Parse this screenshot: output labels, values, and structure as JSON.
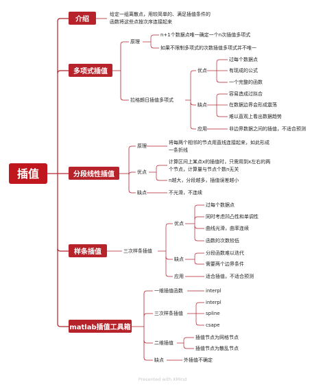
{
  "mindmap": {
    "root": "插值",
    "line_color": "#b01e28",
    "branches": [
      {
        "label": "介绍",
        "desc_lines": [
          "给定一组离散点，用较简单的、满足插值条件的",
          "函数将这些点按次序连接起来"
        ]
      },
      {
        "label": "多项式插值",
        "principle": "原理",
        "principle_items": [
          "n+1个数据点唯一确定一个n次插值多项式",
          "如果不限制多项式的次数插值多项式并不唯一"
        ],
        "method": "拉格朗日插值多项式",
        "pros": "优点",
        "pros_items": [
          "过每个数据点",
          "有现成的公式",
          "一个完整的函数"
        ],
        "cons": "缺点",
        "cons_items": [
          "容易造成过拟合",
          "在数据边界会形成震荡",
          "难以直观上看出数据趋势"
        ],
        "apply": "应用",
        "apply_item": "非边界数据之间的插值，不适合预测"
      },
      {
        "label": "分段线性插值",
        "principle": "原理",
        "principle_lines": [
          "将每两个相邻的节点用直线连接起来，如此形成",
          "一条折线"
        ],
        "pros": "优点",
        "pros_item1_lines": [
          "计算区间上某点x的插值时，只需用到x左右的两",
          "个节点，计算量与节点个数n无关"
        ],
        "pros_item2": "n越大，分段越多，插值误差越小",
        "cons": "缺点",
        "cons_item": "不光滑，不连续"
      },
      {
        "label": "样条插值",
        "method": "三次样条插值",
        "pros": "优点",
        "pros_items": [
          "过每个数据点",
          "同时考虑凹凸性和单调性",
          "曲线光滑，曲率连续",
          "函数的次数较低"
        ],
        "cons": "缺点",
        "cons_items": [
          "分段函数难以迭代",
          "需要两个边界条件"
        ],
        "apply": "应用",
        "apply_item": "适合插值，不适合预测"
      },
      {
        "label": "matlab插值工具箱",
        "one_d": "一维插值函数",
        "one_d_item": "interpl",
        "cubic": "三次样条插值",
        "cubic_items": [
          "interpl",
          "spline",
          "csape"
        ],
        "two_d": "二维插值",
        "two_d_items": [
          "插值节点为网格节点",
          "插值节点为散乱节点"
        ],
        "cons": "缺点",
        "cons_item": "外插值不确定"
      }
    ]
  },
  "watermark": "Presented with XMind"
}
